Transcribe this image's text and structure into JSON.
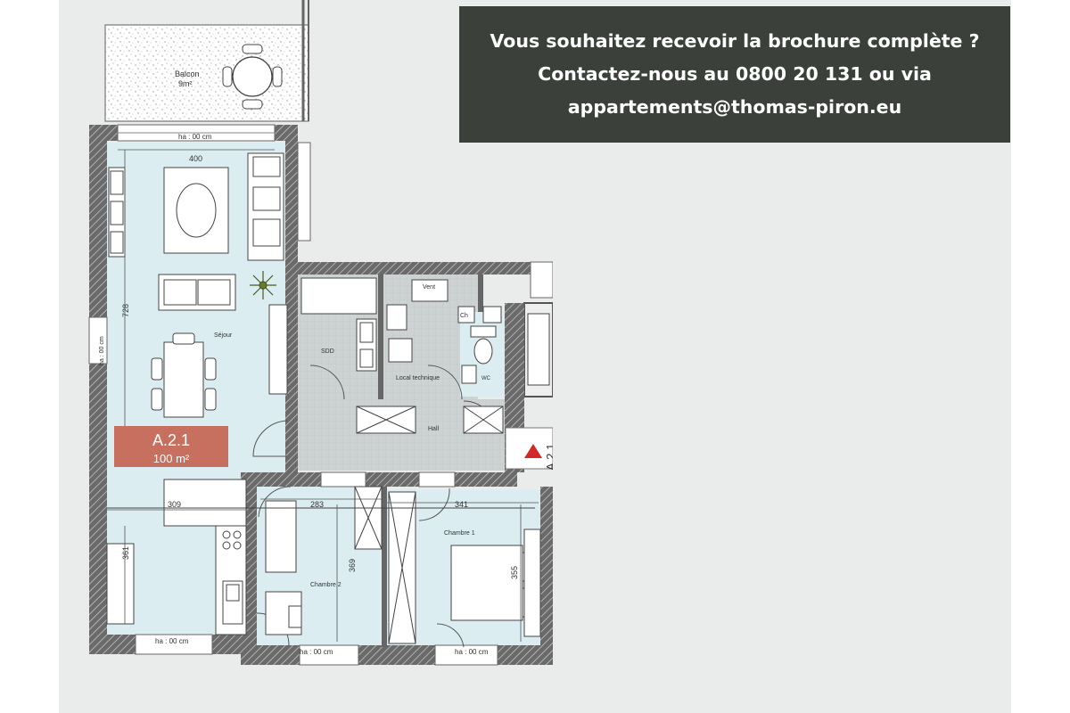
{
  "banner": {
    "line1": "Vous souhaitez recevoir la brochure complète ?",
    "line2": "Contactez-nous au 0800 20 131 ou via",
    "line3": "appartements@thomas-piron.eu"
  },
  "unit": {
    "code": "A.2.1",
    "area": "100 m²",
    "marker_code": "A.2.1"
  },
  "rooms": {
    "balcony": "Balcon",
    "balcony_area": "9m²",
    "living": "Séjour",
    "bathroom": "SDD",
    "technical": "Local technique",
    "hall": "Hall",
    "wc": "WC",
    "bedroom1": "Chambre 1",
    "bedroom2": "Chambre 2",
    "vent": "Vent",
    "ch": "Ch"
  },
  "dimensions": {
    "living_width": "400",
    "living_height": "728",
    "kitchen_width": "309",
    "kitchen_height": "361",
    "bedroom2_width": "283",
    "bedroom2_height": "369",
    "bedroom1_width": "341",
    "bedroom1_height": "355",
    "window_top": "ha : 00 cm",
    "window_left": "ha : 00 cm",
    "window_bottom_kitchen": "ha : 00 cm",
    "window_bottom_bedroom2": "ha : 00 cm",
    "window_bottom_bedroom1": "ha : 00 cm"
  },
  "colors": {
    "background": "#e9eceb",
    "banner": "#3b403b",
    "wall": "#5b5b5b",
    "room_fill": "#dcedf2",
    "service_fill": "#cdd2d2",
    "unit_badge": "#c8705f",
    "marker": "#d22828"
  }
}
